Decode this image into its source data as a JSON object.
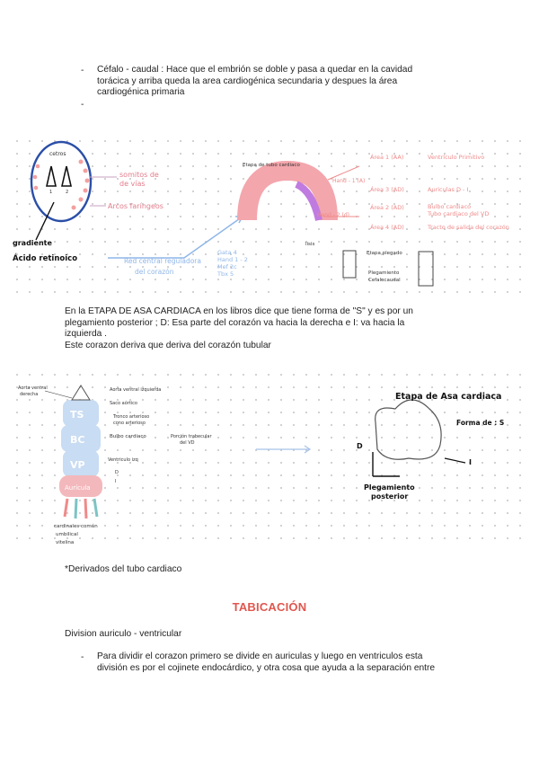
{
  "intro": {
    "bullet1": "Céfalo - caudal : Hace que el embrión se doble  y pasa a quedar en la cavidad",
    "bullet1_l2": "torácica y arriba queda la area cardiogénica secundaria y despues la área",
    "bullet1_l3": "cardiogénica primaria",
    "bullet2": ""
  },
  "diagram1": {
    "label_cetros": "cetros",
    "label_1": "1",
    "label_2": "2",
    "label_somitos": "somitos de",
    "label_somitos2": "de vías",
    "label_arcos": "Arcos faríngeos",
    "label_gradiente": "gradiente",
    "label_acido": "Ácido retinoico",
    "label_red": "Red central reguladora",
    "label_corazon": "del    corazón",
    "label_gata": "Gata 4",
    "label_nkx": "Hand 1 - 2",
    "label_mef": "Mef 2c",
    "label_tbx": "Tbx 5",
    "label_etapa_tubo": "Etapa de tubo cardiaco",
    "label_hand1": "Hand - 1 (A)",
    "label_hand2": "Hand - 2 (d)",
    "label_area_a": "Área 1 (AA)",
    "label_area_b": "Área 2 (AD)",
    "label_area_c": "Área 3 (AD)",
    "label_area_d": "Área 4 (AD)",
    "label_ventriculo": "Ventrículo Primitivo",
    "label_auriculas": "Auriculas D - I",
    "label_bulbo": "Bulbo cardiaco",
    "label_tubo_cardiaco": "Tubo cardiaco del VD",
    "label_tracto": "Tracto de salida del corazón",
    "label_lisis": "lisis",
    "label_etapa_plieg": "Etapa plegado",
    "label_plegamiento": "Plegamiento",
    "label_cefalocaudal": "Cefalocaudal"
  },
  "para1": {
    "l1": "En la ETAPA DE ASA CARDIACA en los libros dice que tiene forma de \"S\" y es por un",
    "l2": "plegamiento posterior ; D: Esa parte del corazón  va hacia la derecha e I: va hacia la",
    "l3": "izquierda .",
    "l4": "Este corazon deriva que deriva del corazón tubular"
  },
  "diagram2": {
    "aorta_ventral": "Aorta ventral",
    "derecha": "derecha",
    "saco_aortico": "Saco aórtico",
    "aorta_ventral_izq": "Aorta ventral izquierda",
    "tronco_arterioso": "Tronco arterioso",
    "cono_arterioso": "cono arterioso",
    "bulbo_cardiaco": "Bulbo  cardiaco",
    "porcion_trabecular": "Porción trabecular",
    "del_vd": "del VD",
    "ventriculo_izq": "Ventriculo izq",
    "d": "D",
    "i": "I",
    "ts": "TS",
    "bc": "BC",
    "vp": "VP",
    "auricula": "Aurícula",
    "cardinales": "cardinales común",
    "umbilical": "umbilical",
    "vitelina": "vitelina",
    "etapa_asa": "Etapa de Asa cardiaca",
    "forma_s": "Forma de : S",
    "label_D": "D",
    "label_I": "I",
    "plegamiento": "Plegamiento",
    "posterior": "posterior"
  },
  "caption": "*Derivados del tubo cardiaco",
  "section_title": "TABICACIÓN",
  "subtitle": "Division auriculo  - ventricular",
  "final": {
    "l1": "Para dividir el corazon primero se divide en auriculas y luego en ventriculos esta",
    "l2": "división es por el cojinete endocárdico, y otra cosa que ayuda a la separación entre"
  },
  "colors": {
    "title_red": "#e0574f",
    "pink": "#f08a8a",
    "blue": "#2b4fa8",
    "light_blue": "#8fb6e8",
    "purple": "#c07be0"
  }
}
